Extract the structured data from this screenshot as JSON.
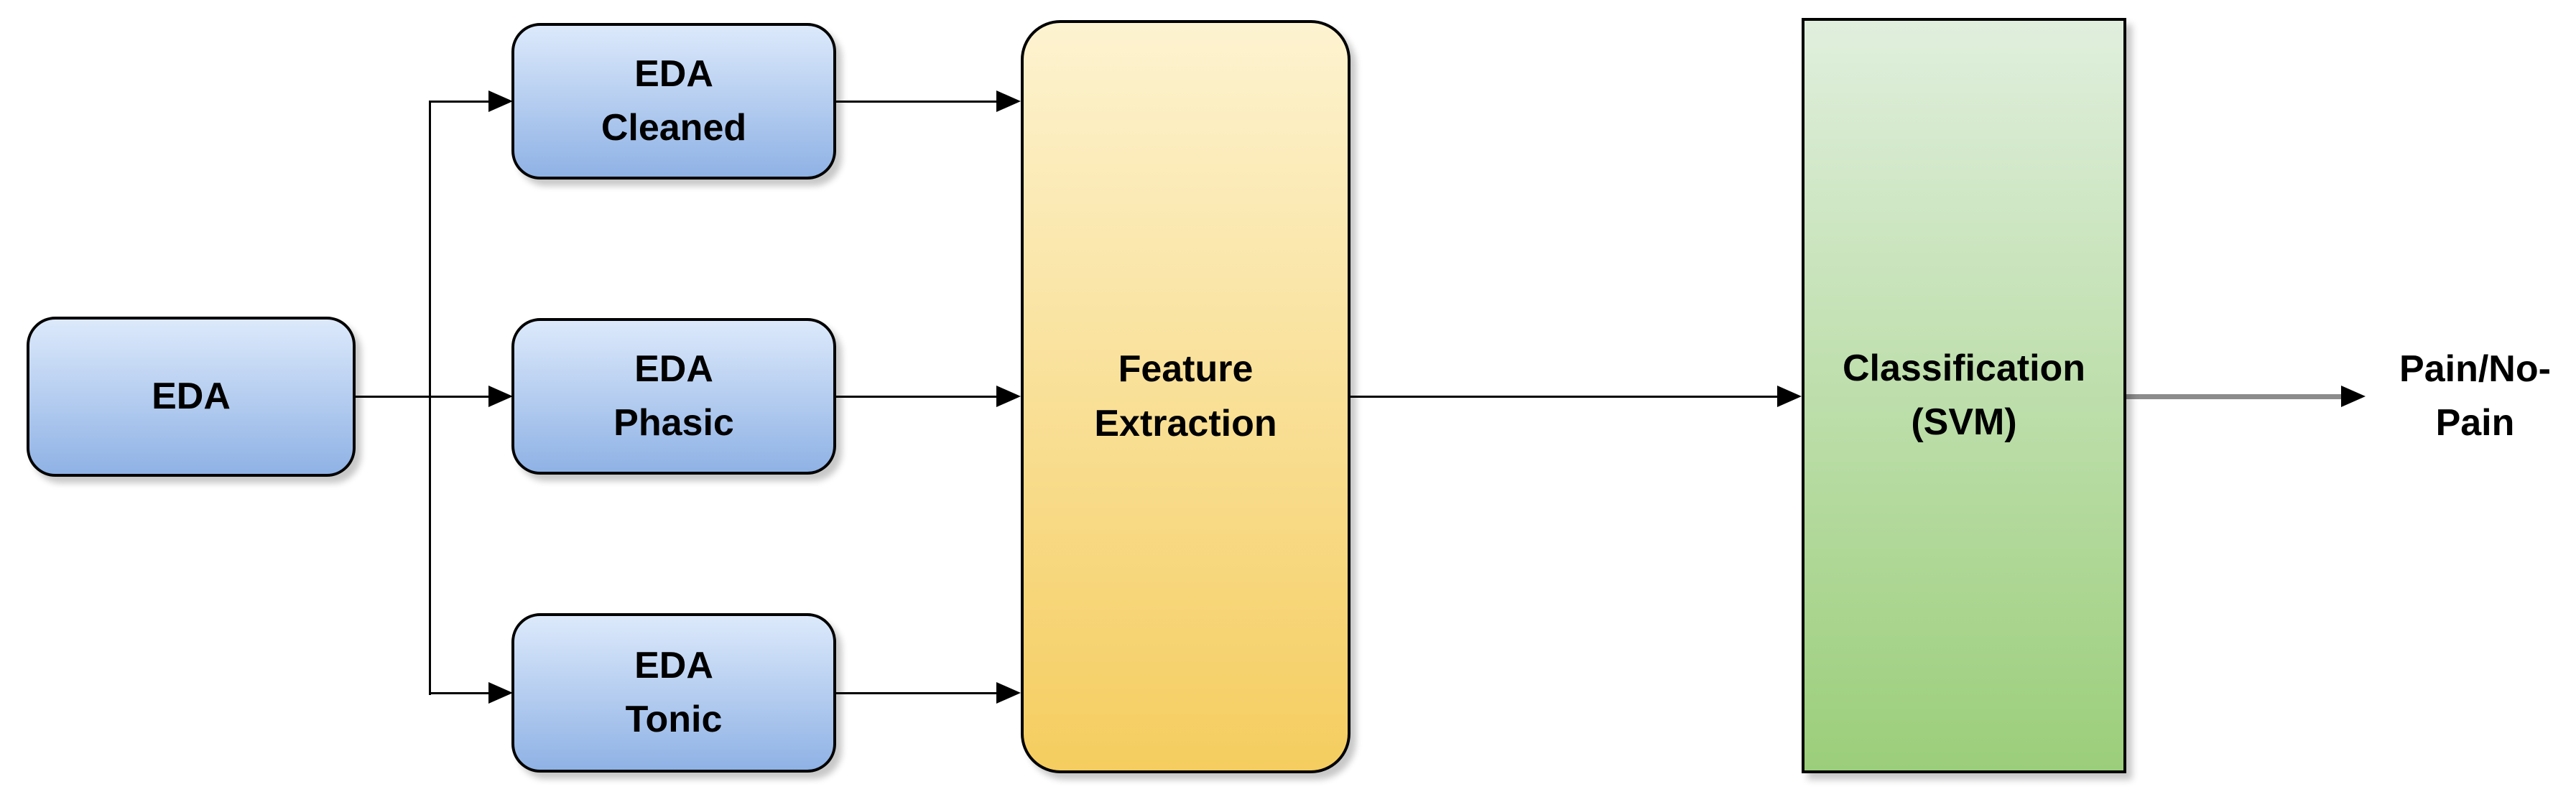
{
  "colors": {
    "background": "#ffffff",
    "node_border": "#000000",
    "text": "#000000",
    "blue_top": "#dce9fb",
    "blue_bottom": "#8fb2e5",
    "yellow_top": "#fdf3d0",
    "yellow_bottom": "#f5cd5f",
    "green_top": "#e0efdd",
    "green_bottom": "#9bce7a",
    "arrow_black": "#000000",
    "final_arrow_gray": "#8c8c8c"
  },
  "nodes": {
    "eda": {
      "label": "EDA"
    },
    "eda_cleaned": {
      "label": "EDA\nCleaned"
    },
    "eda_phasic": {
      "label": "EDA\nPhasic"
    },
    "eda_tonic": {
      "label": "EDA\nTonic"
    },
    "feature_extraction": {
      "label": "Feature\nExtraction"
    },
    "classification": {
      "label": "Classification\n(SVM)"
    }
  },
  "output": {
    "label": "Pain/No-\nPain"
  },
  "edges": [
    {
      "from": "EDA",
      "to": "EDA Cleaned"
    },
    {
      "from": "EDA",
      "to": "EDA Phasic"
    },
    {
      "from": "EDA",
      "to": "EDA Tonic"
    },
    {
      "from": "EDA Cleaned",
      "to": "Feature Extraction"
    },
    {
      "from": "EDA Phasic",
      "to": "Feature Extraction"
    },
    {
      "from": "EDA Tonic",
      "to": "Feature Extraction"
    },
    {
      "from": "Feature Extraction",
      "to": "Classification (SVM)"
    },
    {
      "from": "Classification (SVM)",
      "to": "Pain/No-Pain"
    }
  ]
}
